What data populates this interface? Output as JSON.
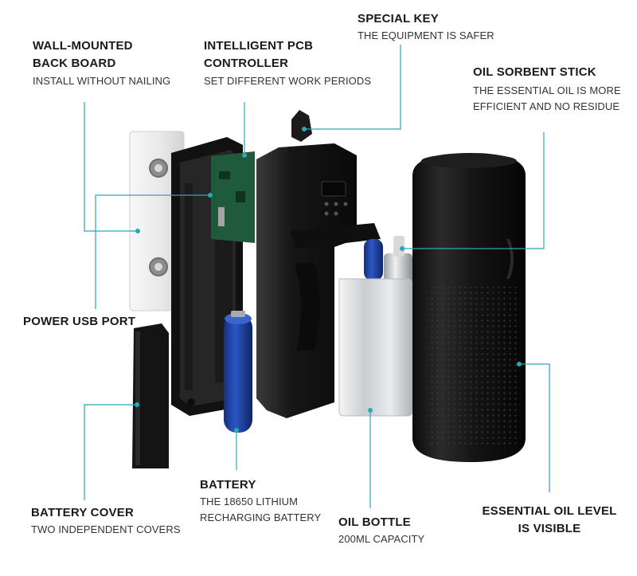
{
  "colors": {
    "leader": "#2aa7b8",
    "housing": "#161616",
    "battery": "#1d3f9e",
    "bottle": "#d7d9dc",
    "board": "#eeeeee",
    "pcb": "#1f5a3a"
  },
  "labels": {
    "wall_board": {
      "title": [
        "WALL-MOUNTED",
        "BACK BOARD"
      ],
      "desc": [
        "INSTALL WITHOUT NAILING"
      ]
    },
    "pcb": {
      "title": [
        "INTELLIGENT PCB",
        "CONTROLLER"
      ],
      "desc": [
        "SET DIFFERENT WORK PERIODS"
      ]
    },
    "special_key": {
      "title": [
        "SPECIAL KEY"
      ],
      "desc": [
        "THE EQUIPMENT IS SAFER"
      ]
    },
    "oil_stick": {
      "title": [
        "OIL SORBENT STICK"
      ],
      "desc": [
        "THE ESSENTIAL OIL IS MORE",
        "EFFICIENT AND NO RESIDUE"
      ]
    },
    "usb_port": {
      "title": [
        "POWER USB PORT"
      ],
      "desc": []
    },
    "battery": {
      "title": [
        "BATTERY"
      ],
      "desc": [
        "THE 18650 LITHIUM",
        "RECHARGING BATTERY"
      ]
    },
    "battery_cover": {
      "title": [
        "BATTERY COVER"
      ],
      "desc": [
        "TWO INDEPENDENT COVERS"
      ]
    },
    "oil_bottle": {
      "title": [
        "OIL BOTTLE"
      ],
      "desc": [
        "200ML CAPACITY"
      ]
    },
    "oil_level": {
      "title": [
        "ESSENTIAL OIL LEVEL",
        "IS VISIBLE"
      ],
      "desc": []
    }
  }
}
